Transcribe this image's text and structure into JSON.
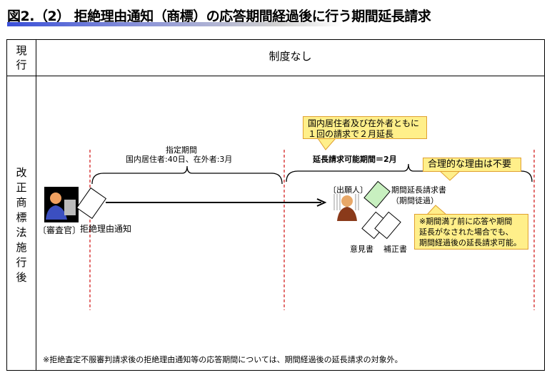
{
  "title": "図2.（2） 拒絶理由通知（商標）の応答期間経過後に行う期間延長請求",
  "rows": [
    {
      "header": [
        "現",
        "行"
      ],
      "content": "制度なし"
    },
    {
      "header": [
        "改",
        "正",
        "商",
        "標",
        "法",
        "施",
        "行",
        "後"
      ]
    }
  ],
  "diagram": {
    "designated_period_title": "指定期間",
    "designated_period_detail": "国内居住者:40日、在外者:3月",
    "examiner_label": "〔審査官〕",
    "notice_label": "拒絶理由通知",
    "callout_extension": [
      "国内居住者及び在外者ともに",
      "１回の請求で２月延長"
    ],
    "extension_period": "延長請求可能期間＝2月",
    "callout_reason": "合理的な理由は不要",
    "applicant_label": "〔出願人〕",
    "request_doc": "期間延長請求書",
    "request_doc_sub": "（期間徒過）",
    "callout_note": [
      "※期間満了前に応答や期間",
      "延長がなされた場合でも、",
      "期間経過後の延長請求可能。"
    ],
    "opinion_doc": "意見書",
    "amendment_doc": "補正書",
    "footnote": "※拒絶査定不服審判請求後の拒絶理由通知等の応答期間については、期間経過後の延長請求の対象外。"
  },
  "colors": {
    "callout_fill": "#ffef8a",
    "callout_border": "#e0a030",
    "dash": "#d01010",
    "green_doc": "#c8f0c0"
  }
}
